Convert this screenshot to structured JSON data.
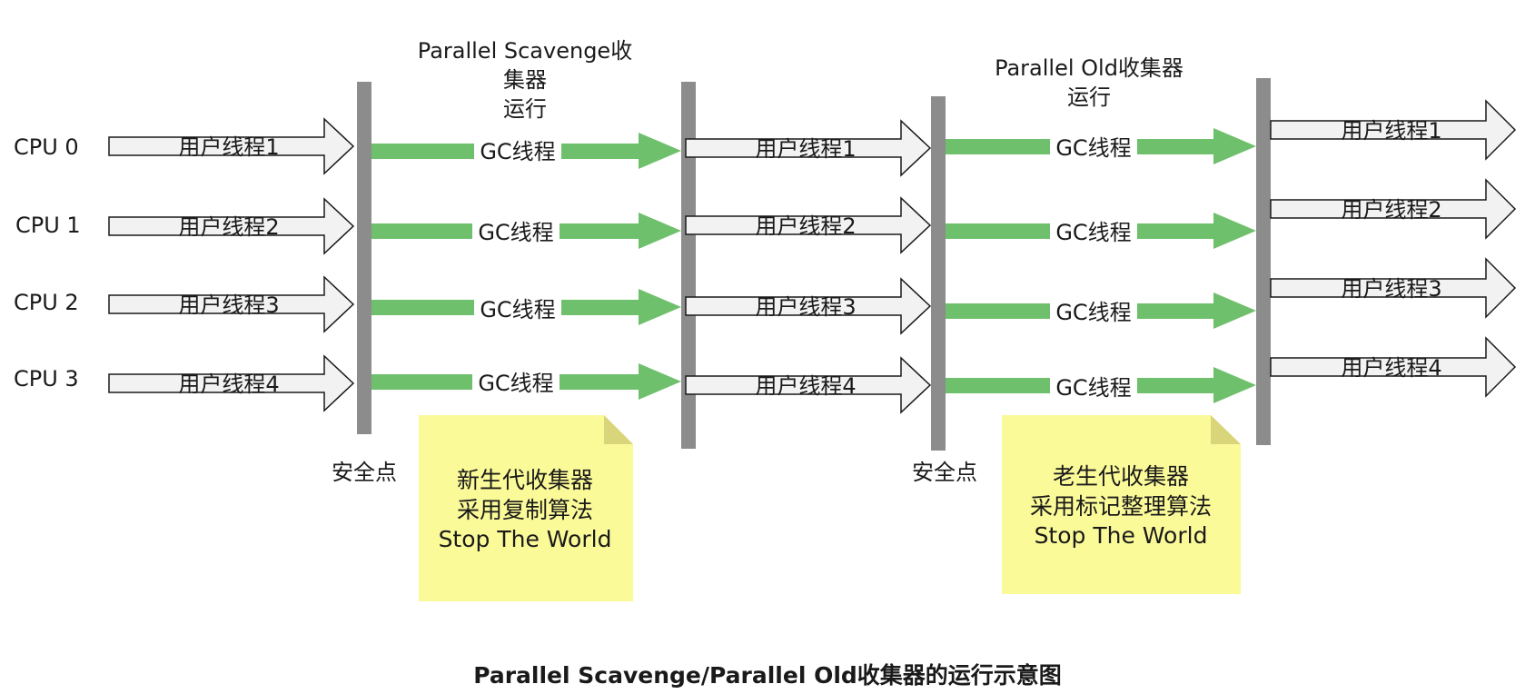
{
  "colors": {
    "barrier": "#8c8c8c",
    "gc_arrow": "#6fc06c",
    "thread_arrow_fill": "#f2f2f2",
    "thread_arrow_stroke": "#1a1a1a",
    "note_fill": "#fbfa99",
    "note_fold": "#d8d57a"
  },
  "cpus": [
    "CPU 0",
    "CPU 1",
    "CPU 2",
    "CPU 3"
  ],
  "segments": {
    "user_threads_start": [
      "用户线程1",
      "用户线程2",
      "用户线程3",
      "用户线程4"
    ],
    "gc_young": [
      "GC线程",
      "GC线程",
      "GC线程",
      "GC线程"
    ],
    "user_threads_middle": [
      "用户线程1",
      "用户线程2",
      "用户线程3",
      "用户线程4"
    ],
    "gc_old": [
      "GC线程",
      "GC线程",
      "GC线程",
      "GC线程"
    ],
    "user_threads_end": [
      "用户线程1",
      "用户线程2",
      "用户线程3",
      "用户线程4"
    ]
  },
  "phases": {
    "young": [
      "Parallel Scavenge收",
      "集器",
      "运行"
    ],
    "old": [
      "Parallel Old收集器",
      "运行"
    ]
  },
  "safepoints": {
    "first": "安全点",
    "second": "安全点"
  },
  "notes": {
    "young": [
      "新生代收集器",
      "采用复制算法",
      "Stop The World"
    ],
    "old": [
      "老生代收集器",
      "采用标记整理算法",
      "Stop The World"
    ]
  },
  "caption": "Parallel Scavenge/Parallel Old收集器的运行示意图"
}
